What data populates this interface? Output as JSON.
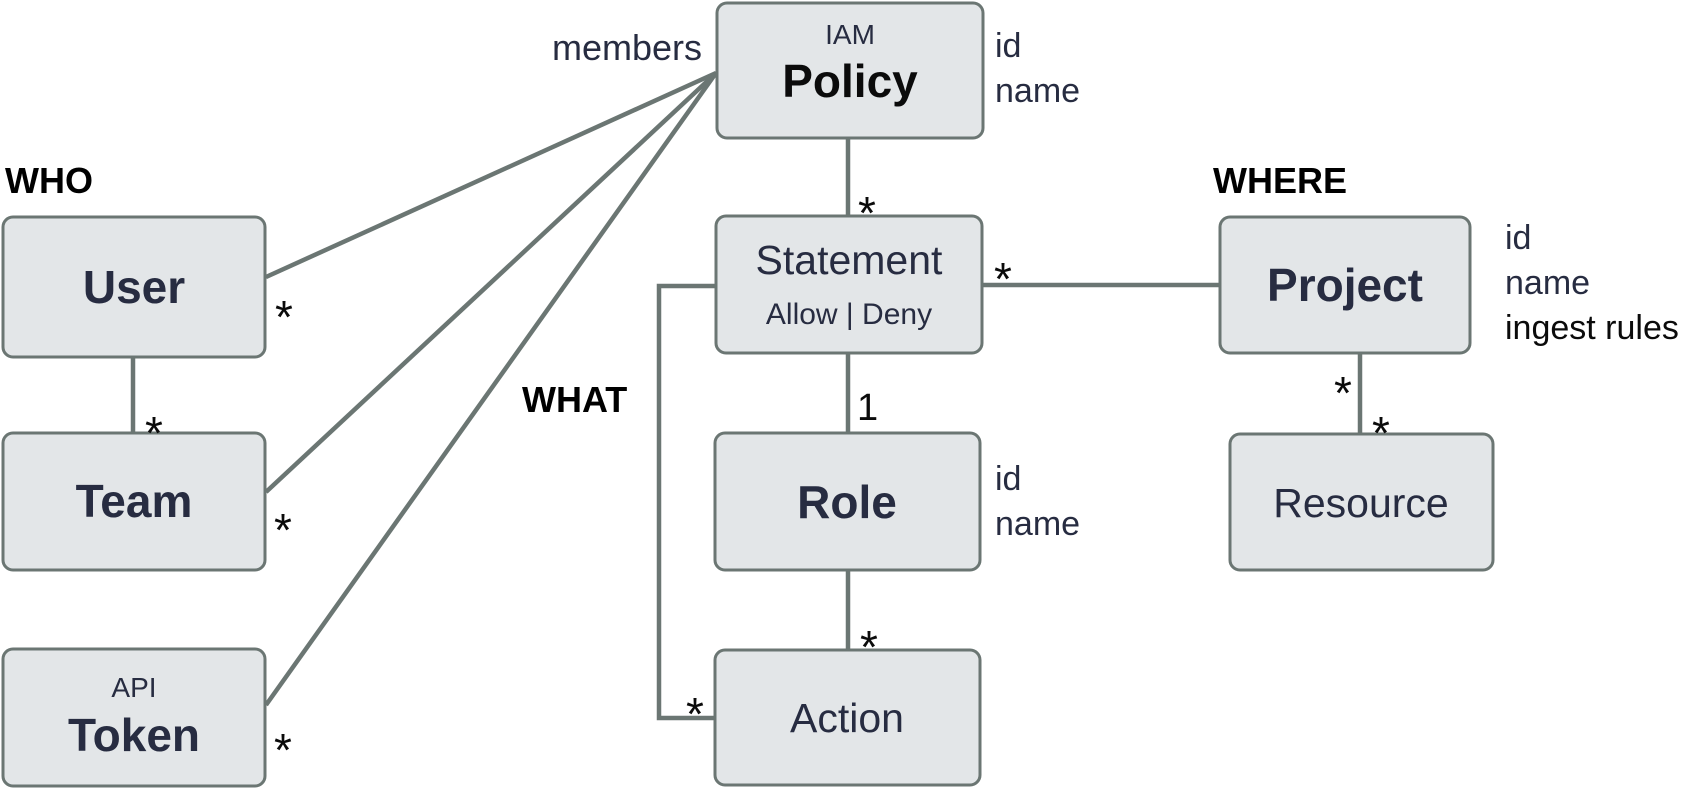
{
  "diagram": {
    "description": "IAM policy entity relationship diagram",
    "colors": {
      "background": "#ffffff",
      "box_fill": "#e3e6e8",
      "box_border": "#6b7673",
      "edge": "#6b7673",
      "text_navy": "#272c41",
      "text_black": "#0b0b0b"
    },
    "sections": {
      "who": "WHO",
      "what": "WHAT",
      "where": "WHERE"
    },
    "entities": {
      "policy": {
        "pre": "IAM",
        "title": "Policy",
        "attrs": [
          "id",
          "name"
        ]
      },
      "user": {
        "title": "User"
      },
      "team": {
        "title": "Team"
      },
      "token": {
        "pre": "API",
        "title": "Token"
      },
      "statement": {
        "title": "Statement",
        "subtitle": "Allow | Deny"
      },
      "role": {
        "title": "Role",
        "attrs": [
          "id",
          "name"
        ]
      },
      "action": {
        "title": "Action"
      },
      "project": {
        "title": "Project",
        "attrs": [
          "id",
          "name",
          "ingest rules"
        ]
      },
      "resource": {
        "title": "Resource"
      }
    },
    "labels": {
      "members": "members"
    },
    "multiplicities": {
      "user_policy": "*",
      "team_policy": "*",
      "token_policy": "*",
      "user_team": "*",
      "policy_statement": "*",
      "statement_role": "1",
      "role_action": "*",
      "statement_action": "*",
      "statement_project": "*",
      "project_resource_top": "*",
      "project_resource_bottom": "*"
    }
  }
}
